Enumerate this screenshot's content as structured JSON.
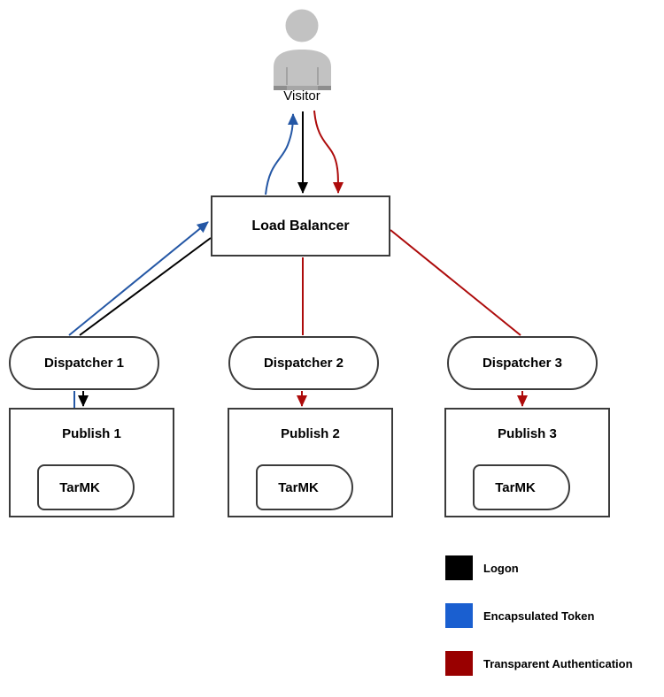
{
  "diagram": {
    "visitor": {
      "label": "Visitor",
      "icon": "person-icon"
    },
    "load_balancer": {
      "label": "Load Balancer"
    },
    "dispatchers": [
      {
        "label": "Dispatcher 1"
      },
      {
        "label": "Dispatcher 2"
      },
      {
        "label": "Dispatcher 3"
      }
    ],
    "publishers": [
      {
        "label": "Publish 1",
        "storage": "TarMK"
      },
      {
        "label": "Publish 2",
        "storage": "TarMK"
      },
      {
        "label": "Publish 3",
        "storage": "TarMK"
      }
    ],
    "legend": {
      "items": [
        {
          "label": "Logon",
          "color": "#000000"
        },
        {
          "label": "Encapsulated Token",
          "color": "#1a5fd0"
        },
        {
          "label": "Transparent Authentication",
          "color": "#990000"
        }
      ]
    },
    "arrow_colors": {
      "logon": "#000000",
      "encapsulated_token": "#2457a5",
      "transparent_authentication": "#ad0b0b"
    },
    "colors": {
      "node_border": "#3b3b3b",
      "visitor_gray": "#c2c2c2",
      "visitor_gray_dark": "#8d8d8d",
      "background": "#ffffff"
    }
  }
}
